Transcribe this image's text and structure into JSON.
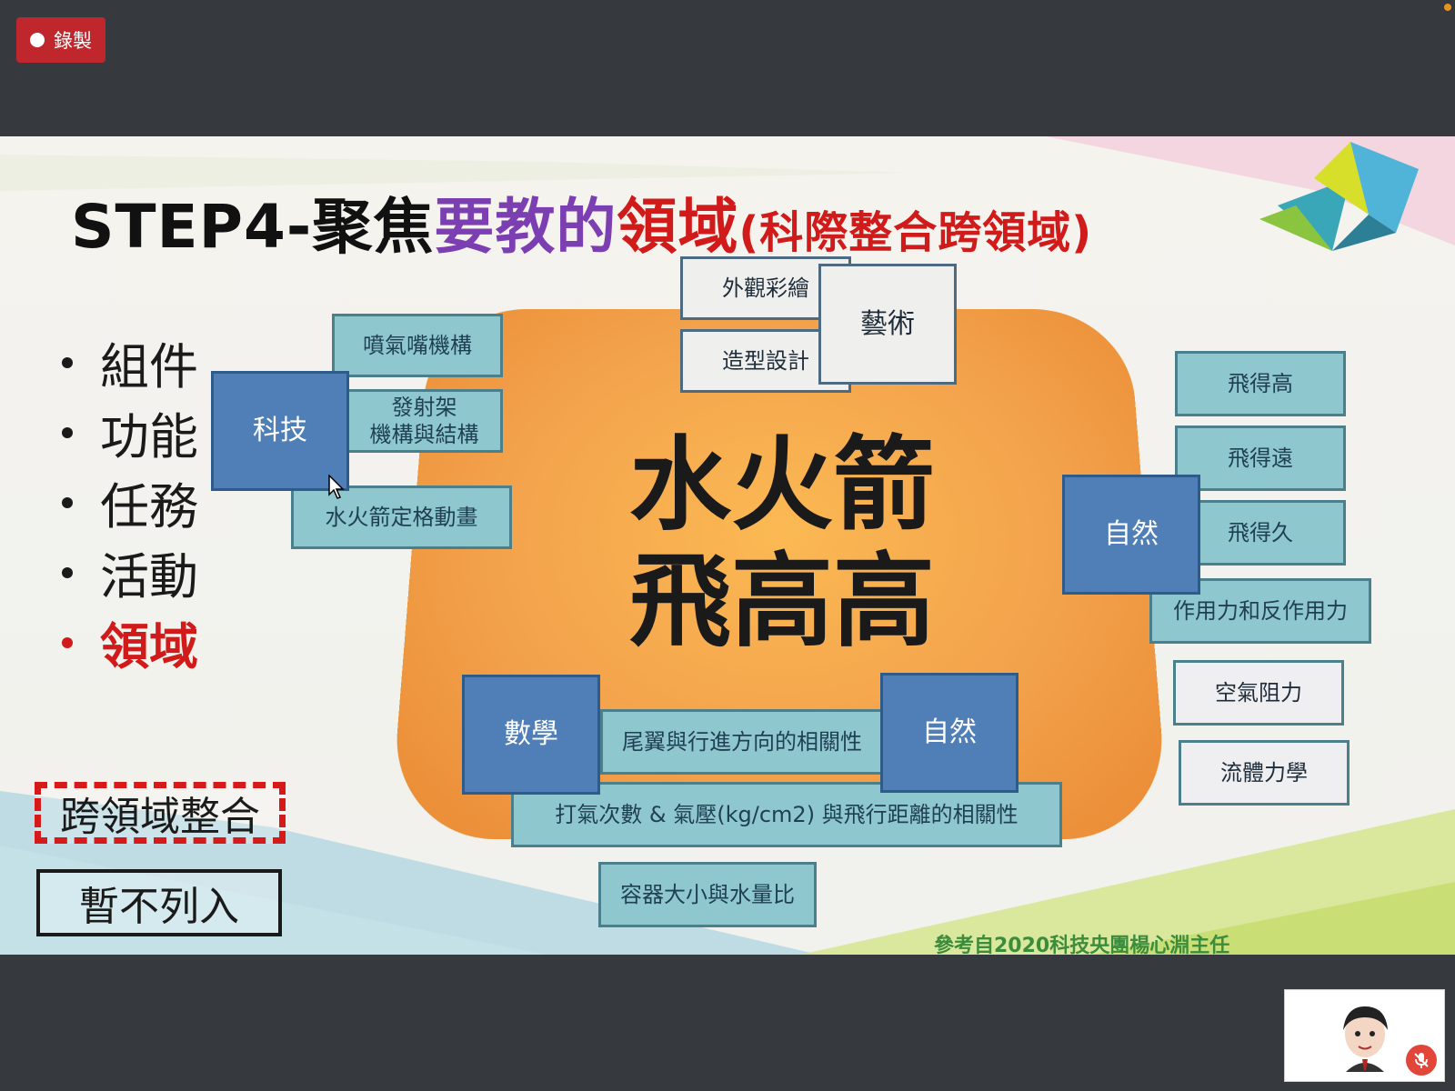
{
  "toolbar": {
    "record_label": "錄製",
    "record_color": "#c0272d"
  },
  "slide": {
    "title_part1": "STEP4-聚焦",
    "title_part2": "要教的",
    "title_part3": "領域",
    "title_part4": "(科際整合跨領域)",
    "bullets": [
      {
        "label": "組件"
      },
      {
        "label": "功能"
      },
      {
        "label": "任務"
      },
      {
        "label": "活動"
      },
      {
        "label": "領域"
      }
    ],
    "center_title_line1": "水火箭",
    "center_title_line2": "飛高高",
    "boxes": {
      "tech": "科技",
      "nozzle": "噴氣嘴機構",
      "launcher_line1": "發射架",
      "launcher_line2": "機構與結構",
      "animation": "水火箭定格動畫",
      "appearance": "外觀彩繪",
      "shape": "造型設計",
      "art": "藝術",
      "nature_right": "自然",
      "fly_high": "飛得高",
      "fly_far": "飛得遠",
      "fly_long": "飛得久",
      "action_reaction": "作用力和反作用力",
      "air_resistance": "空氣阻力",
      "fluid_mechanics": "流體力學",
      "math": "數學",
      "tail_direction": "尾翼與行進方向的相關性",
      "nature_bottom": "自然",
      "pump_pressure": "打氣次數 & 氣壓(kg/cm2) 與飛行距離的相關性",
      "container_ratio": "容器大小與水量比"
    },
    "integrate_label": "跨領域整合",
    "exclude_label": "暫不列入",
    "reference": "參考自2020科技央團楊心淵主任",
    "colors": {
      "purple": "#7b3fb2",
      "red": "#d11b1b",
      "orange": "#f3a24c",
      "blue_box": "#4f7fb6",
      "teal_box": "#8fc7cf"
    }
  },
  "self_view": {
    "mic_status": "muted"
  }
}
